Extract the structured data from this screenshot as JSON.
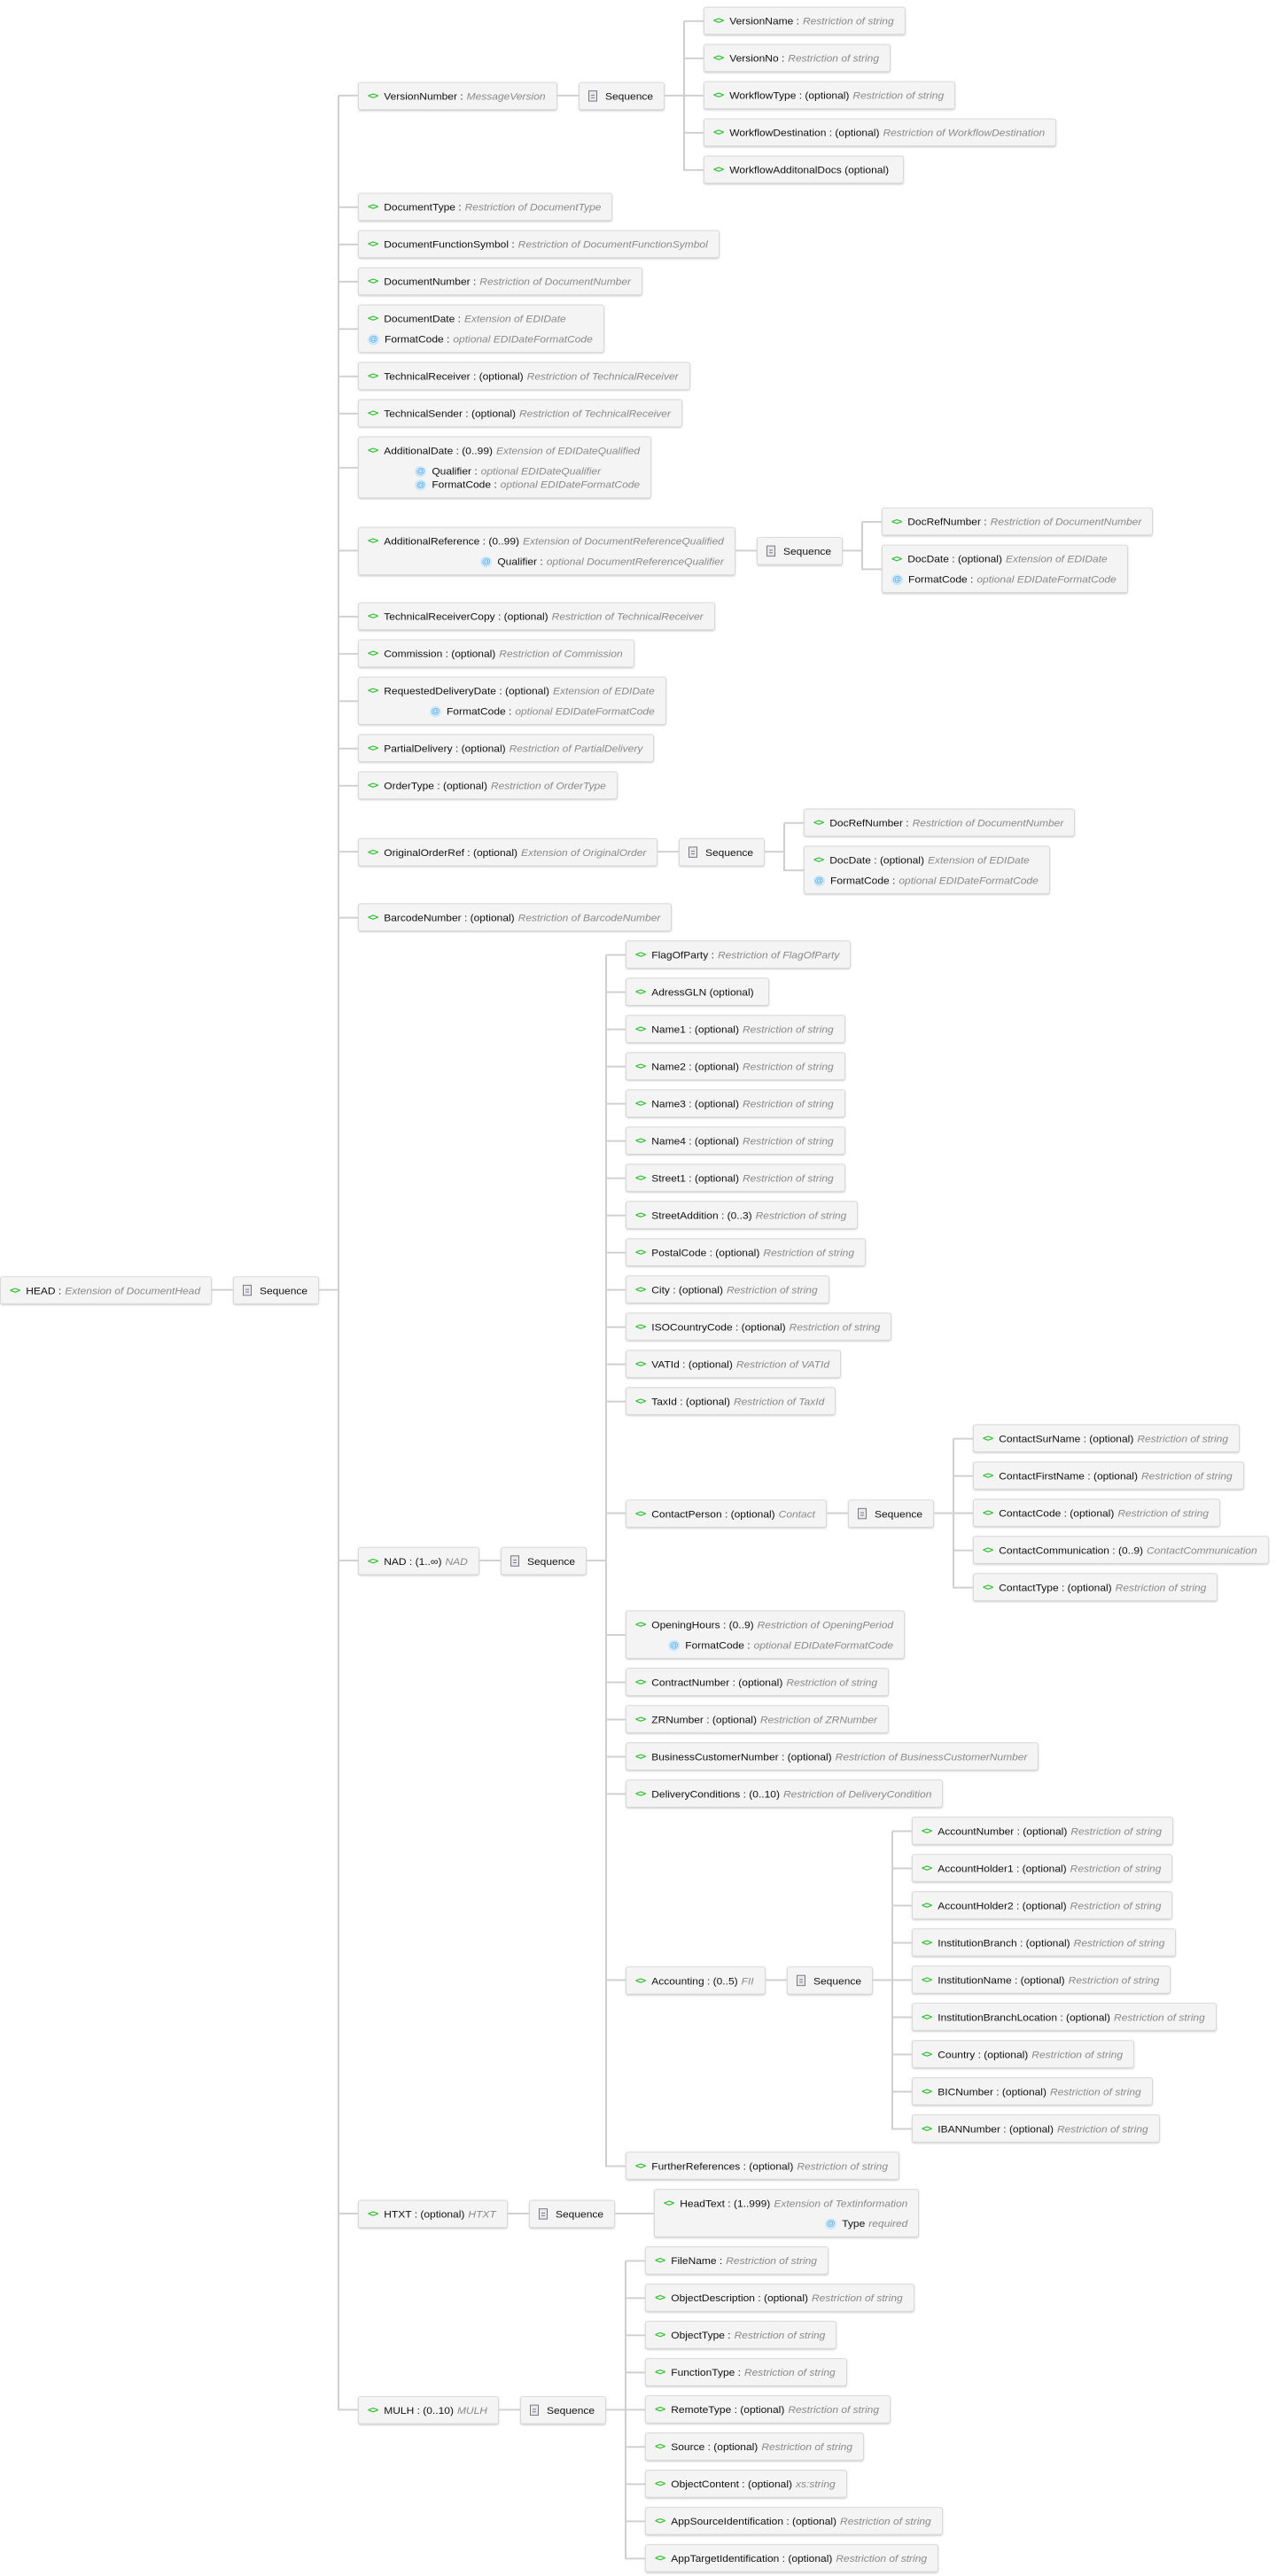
{
  "root": {
    "label": "HEAD :",
    "type": "Extension of DocumentHead",
    "compositor": "Sequence",
    "children": [
      {
        "label": "VersionNumber :",
        "type": "MessageVersion",
        "compositor": "Sequence",
        "children": [
          {
            "label": "VersionName :",
            "type": "Restriction of string"
          },
          {
            "label": "VersionNo :",
            "type": "Restriction of string"
          },
          {
            "label": "WorkflowType : (optional)",
            "type": "Restriction of string"
          },
          {
            "label": "WorkflowDestination : (optional)",
            "type": "Restriction of WorkflowDestination"
          },
          {
            "label": "WorkflowAdditonalDocs (optional)",
            "type": ""
          }
        ]
      },
      {
        "label": "DocumentType :",
        "type": "Restriction of DocumentType"
      },
      {
        "label": "DocumentFunctionSymbol :",
        "type": "Restriction of DocumentFunctionSymbol"
      },
      {
        "label": "DocumentNumber :",
        "type": "Restriction of DocumentNumber"
      },
      {
        "label": "DocumentDate :",
        "type": "Extension of EDIDate",
        "attrs": [
          {
            "label": "FormatCode :",
            "type": "optional EDIDateFormatCode"
          }
        ]
      },
      {
        "label": "TechnicalReceiver : (optional)",
        "type": "Restriction of TechnicalReceiver"
      },
      {
        "label": "TechnicalSender : (optional)",
        "type": "Restriction of TechnicalReceiver"
      },
      {
        "label": "AdditionalDate : (0..99)",
        "type": "Extension of EDIDateQualified",
        "attrs": [
          {
            "label": "Qualifier :",
            "type": "optional EDIDateQualifier"
          },
          {
            "label": "FormatCode :",
            "type": "optional EDIDateFormatCode"
          }
        ]
      },
      {
        "label": "AdditionalReference : (0..99)",
        "type": "Extension of DocumentReferenceQualified",
        "attrs": [
          {
            "label": "Qualifier :",
            "type": "optional DocumentReferenceQualifier"
          }
        ],
        "compositor": "Sequence",
        "children": [
          {
            "label": "DocRefNumber :",
            "type": "Restriction of DocumentNumber"
          },
          {
            "label": "DocDate : (optional)",
            "type": "Extension of EDIDate",
            "attrs": [
              {
                "label": "FormatCode :",
                "type": "optional EDIDateFormatCode"
              }
            ]
          }
        ]
      },
      {
        "label": "TechnicalReceiverCopy : (optional)",
        "type": "Restriction of TechnicalReceiver"
      },
      {
        "label": "Commission : (optional)",
        "type": "Restriction of Commission"
      },
      {
        "label": "RequestedDeliveryDate : (optional)",
        "type": "Extension of EDIDate",
        "attrs": [
          {
            "label": "FormatCode :",
            "type": "optional EDIDateFormatCode"
          }
        ]
      },
      {
        "label": "PartialDelivery : (optional)",
        "type": "Restriction of PartialDelivery"
      },
      {
        "label": "OrderType : (optional)",
        "type": "Restriction of OrderType"
      },
      {
        "label": "OriginalOrderRef : (optional)",
        "type": "Extension of OriginalOrder",
        "compositor": "Sequence",
        "children": [
          {
            "label": "DocRefNumber :",
            "type": "Restriction of DocumentNumber"
          },
          {
            "label": "DocDate : (optional)",
            "type": "Extension of EDIDate",
            "attrs": [
              {
                "label": "FormatCode :",
                "type": "optional EDIDateFormatCode"
              }
            ]
          }
        ]
      },
      {
        "label": "BarcodeNumber : (optional)",
        "type": "Restriction of BarcodeNumber"
      },
      {
        "label": "NAD : (1..∞)",
        "type": "NAD",
        "compositor": "Sequence",
        "children": [
          {
            "label": "FlagOfParty :",
            "type": "Restriction of FlagOfParty"
          },
          {
            "label": "AdressGLN (optional)",
            "type": ""
          },
          {
            "label": "Name1 : (optional)",
            "type": "Restriction of string"
          },
          {
            "label": "Name2 : (optional)",
            "type": "Restriction of string"
          },
          {
            "label": "Name3 : (optional)",
            "type": "Restriction of string"
          },
          {
            "label": "Name4 : (optional)",
            "type": "Restriction of string"
          },
          {
            "label": "Street1 : (optional)",
            "type": "Restriction of string"
          },
          {
            "label": "StreetAddition : (0..3)",
            "type": "Restriction of string"
          },
          {
            "label": "PostalCode : (optional)",
            "type": "Restriction of string"
          },
          {
            "label": "City : (optional)",
            "type": "Restriction of string"
          },
          {
            "label": "ISOCountryCode : (optional)",
            "type": "Restriction of string"
          },
          {
            "label": "VATId : (optional)",
            "type": "Restriction of VATId"
          },
          {
            "label": "TaxId : (optional)",
            "type": "Restriction of TaxId"
          },
          {
            "label": "ContactPerson : (optional)",
            "type": "Contact",
            "compositor": "Sequence",
            "children": [
              {
                "label": "ContactSurName : (optional)",
                "type": "Restriction of string"
              },
              {
                "label": "ContactFirstName : (optional)",
                "type": "Restriction of string"
              },
              {
                "label": "ContactCode : (optional)",
                "type": "Restriction of string"
              },
              {
                "label": "ContactCommunication : (0..9)",
                "type": "ContactCommunication"
              },
              {
                "label": "ContactType : (optional)",
                "type": "Restriction of string"
              }
            ]
          },
          {
            "label": "OpeningHours : (0..9)",
            "type": "Restriction of OpeningPeriod",
            "attrs": [
              {
                "label": "FormatCode :",
                "type": "optional EDIDateFormatCode"
              }
            ]
          },
          {
            "label": "ContractNumber : (optional)",
            "type": "Restriction of string"
          },
          {
            "label": "ZRNumber : (optional)",
            "type": "Restriction of ZRNumber"
          },
          {
            "label": "BusinessCustomerNumber : (optional)",
            "type": "Restriction of BusinessCustomerNumber"
          },
          {
            "label": "DeliveryConditions : (0..10)",
            "type": "Restriction of DeliveryCondition"
          },
          {
            "label": "Accounting : (0..5)",
            "type": "FII",
            "compositor": "Sequence",
            "children": [
              {
                "label": "AccountNumber : (optional)",
                "type": "Restriction of string"
              },
              {
                "label": "AccountHolder1 : (optional)",
                "type": "Restriction of string"
              },
              {
                "label": "AccountHolder2 : (optional)",
                "type": "Restriction of string"
              },
              {
                "label": "InstitutionBranch : (optional)",
                "type": "Restriction of string"
              },
              {
                "label": "InstitutionName : (optional)",
                "type": "Restriction of string"
              },
              {
                "label": "InstitutionBranchLocation : (optional)",
                "type": "Restriction of string"
              },
              {
                "label": "Country : (optional)",
                "type": "Restriction of string"
              },
              {
                "label": "BICNumber : (optional)",
                "type": "Restriction of string"
              },
              {
                "label": "IBANNumber : (optional)",
                "type": "Restriction of string"
              }
            ]
          },
          {
            "label": "FurtherReferences : (optional)",
            "type": "Restriction of string"
          }
        ]
      },
      {
        "label": "HTXT : (optional)",
        "type": "HTXT",
        "compositor": "Sequence",
        "children": [
          {
            "label": "HeadText : (1..999)",
            "type": "Extension of Textinformation",
            "attrs": [
              {
                "label": "Type",
                "type": "required"
              }
            ]
          }
        ]
      },
      {
        "label": "MULH : (0..10)",
        "type": "MULH",
        "compositor": "Sequence",
        "children": [
          {
            "label": "FileName :",
            "type": "Restriction of string"
          },
          {
            "label": "ObjectDescription : (optional)",
            "type": "Restriction of string"
          },
          {
            "label": "ObjectType :",
            "type": "Restriction of string"
          },
          {
            "label": "FunctionType :",
            "type": "Restriction of string"
          },
          {
            "label": "RemoteType : (optional)",
            "type": "Restriction of string"
          },
          {
            "label": "Source : (optional)",
            "type": "Restriction of string"
          },
          {
            "label": "ObjectContent : (optional)",
            "type": "xs:string"
          },
          {
            "label": "AppSourceIdentification : (optional)",
            "type": "Restriction of string"
          },
          {
            "label": "AppTargetIdentification : (optional)",
            "type": "Restriction of string"
          }
        ]
      }
    ]
  },
  "colors": {
    "element_icon": "#2fbf2f",
    "attribute_icon": "#5aaee8",
    "type_text": "#8a8a8a",
    "connector": "#cfcfcf"
  }
}
